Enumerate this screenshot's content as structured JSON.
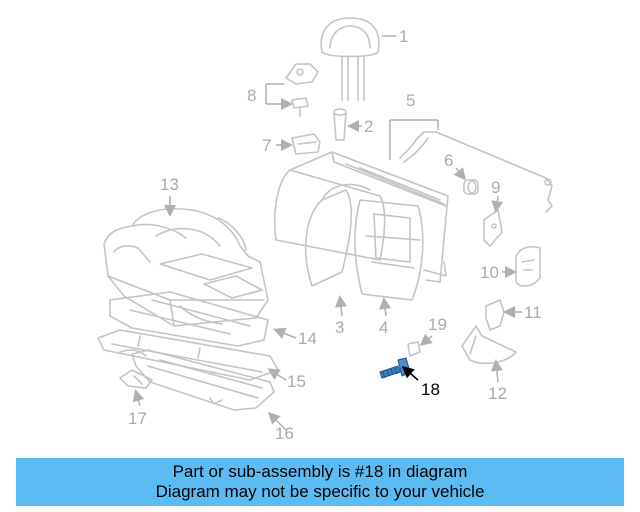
{
  "diagram": {
    "callouts": [
      "1",
      "2",
      "3",
      "4",
      "5",
      "6",
      "7",
      "8",
      "9",
      "10",
      "11",
      "12",
      "13",
      "14",
      "15",
      "16",
      "17",
      "18",
      "19"
    ],
    "highlighted_part": "18",
    "part_color": "#c4c4c4",
    "highlight_color": "#3a7fc0"
  },
  "banner": {
    "line1": "Part or sub-assembly is #18 in diagram",
    "line2": "Diagram may not be specific to your vehicle",
    "background": "#5bbcf3"
  }
}
